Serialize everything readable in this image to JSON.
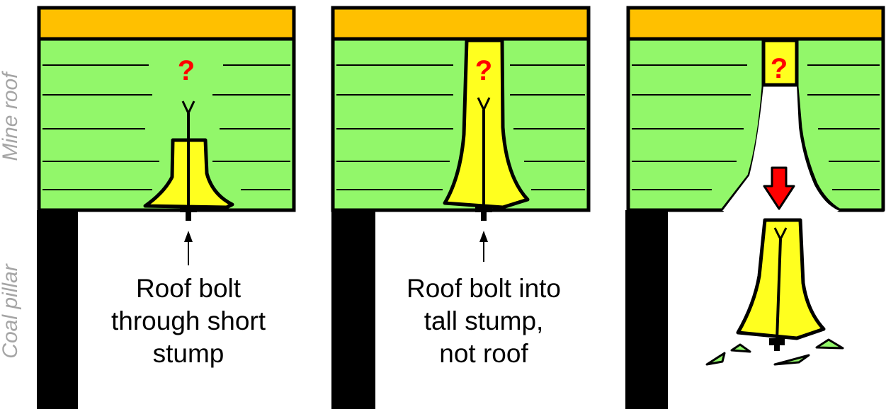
{
  "side_labels": {
    "mine_roof": "Mine roof",
    "coal_pillar": "Coal pillar"
  },
  "panels": [
    {
      "id": "panel-1",
      "caption_lines": [
        "Roof bolt",
        "through short",
        "stump"
      ],
      "question_mark": "?"
    },
    {
      "id": "panel-2",
      "caption_lines": [
        "Roof bolt into",
        "tall stump,",
        "not roof"
      ],
      "question_mark": "?"
    },
    {
      "id": "panel-3",
      "caption_lines": [],
      "question_mark": "?"
    }
  ],
  "colors": {
    "strata_top": "#FFC000",
    "mine_roof": "#92F76A",
    "stump": "#FFFF1F",
    "coal_pillar": "#000000",
    "question_mark": "#FF0000",
    "fall_arrow": "#FF0000",
    "side_label": "#A5A5A5",
    "outline": "#000000"
  }
}
